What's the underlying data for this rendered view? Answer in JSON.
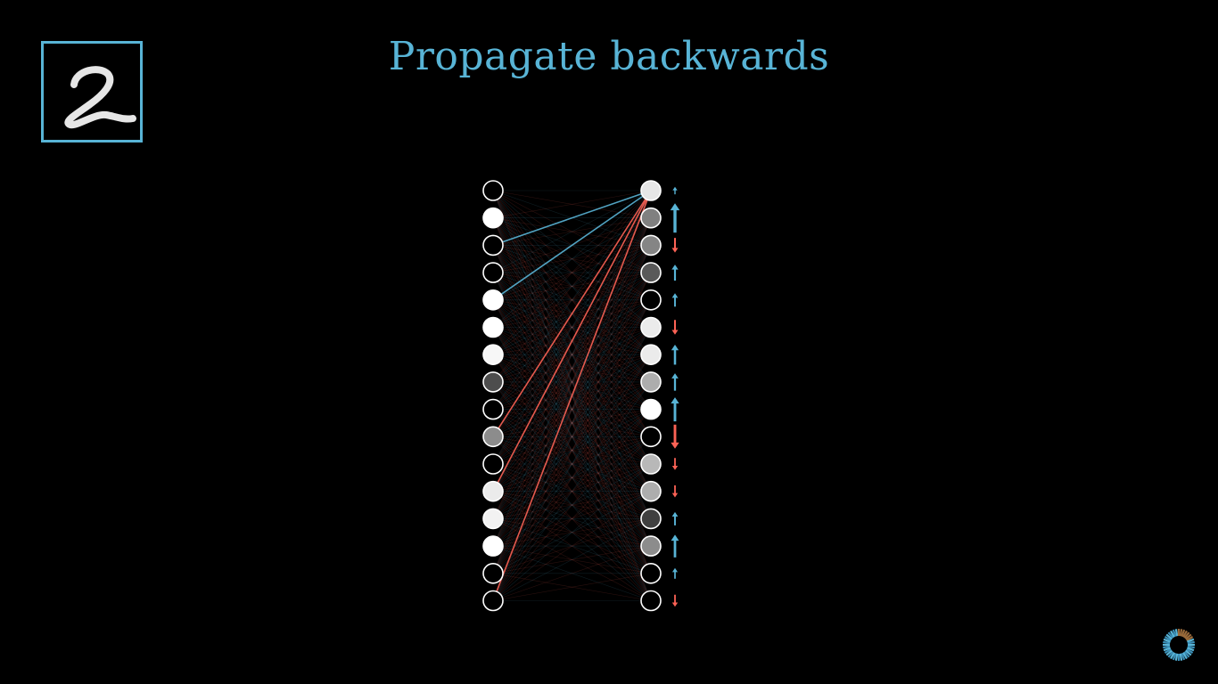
{
  "title": "Propagate backwards",
  "colors": {
    "background": "#000000",
    "title": "#58b4d6",
    "positive": "#58b4d6",
    "negative": "#fc6255",
    "neuron_outline": "#ffffff"
  },
  "input_image": {
    "digit_shown": "2",
    "icon": "handwritten-digit-icon"
  },
  "network": {
    "left_layer_activations": [
      0.0,
      1.0,
      0.0,
      0.0,
      1.0,
      1.0,
      0.97,
      0.3,
      0.0,
      0.55,
      0.0,
      0.92,
      0.95,
      1.0,
      0.0,
      0.0
    ],
    "right_layer_activations": [
      0.9,
      0.5,
      0.52,
      0.35,
      0.0,
      0.92,
      0.92,
      0.68,
      1.0,
      0.0,
      0.72,
      0.68,
      0.25,
      0.55,
      0.0,
      0.0
    ],
    "right_layer_nudges": [
      0.08,
      0.9,
      -0.35,
      0.4,
      0.3,
      -0.35,
      0.55,
      0.45,
      0.7,
      -0.7,
      -0.25,
      -0.25,
      0.3,
      0.65,
      0.2,
      -0.25
    ],
    "highlighted_connections": [
      {
        "from": 2,
        "to": 0,
        "sign": "positive"
      },
      {
        "from": 4,
        "to": 0,
        "sign": "positive"
      },
      {
        "from": 9,
        "to": 0,
        "sign": "negative"
      },
      {
        "from": 11,
        "to": 0,
        "sign": "negative"
      },
      {
        "from": 15,
        "to": 0,
        "sign": "negative"
      }
    ]
  },
  "logo": {
    "icon": "pi-creature-logo-icon"
  }
}
